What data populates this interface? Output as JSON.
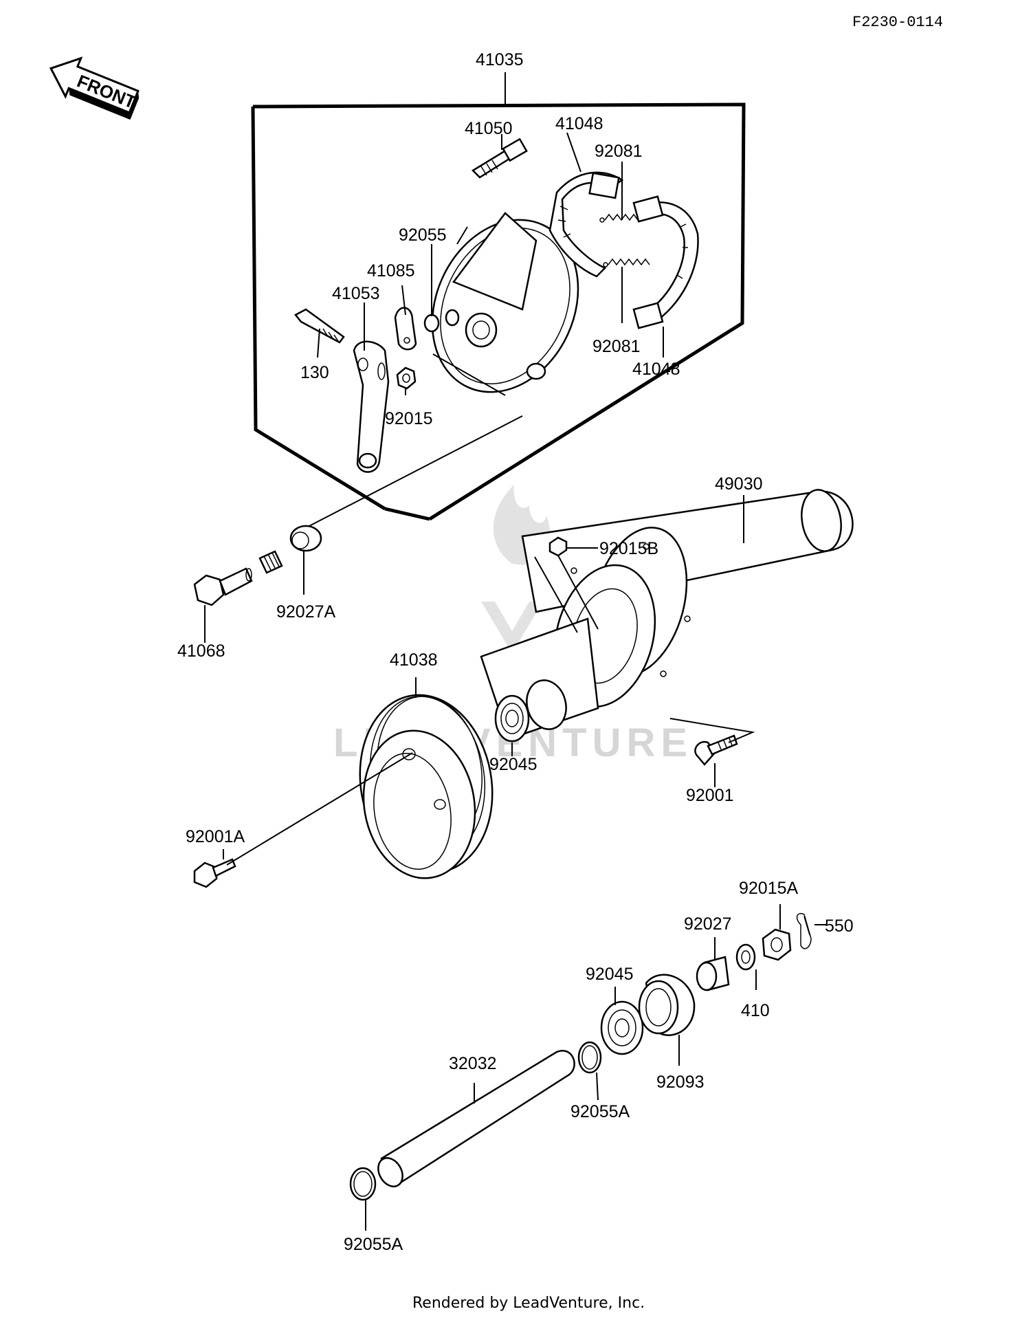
{
  "diagram": {
    "figure_code": "F2230-0114",
    "front_label": "FRONT",
    "watermark": "LEADVENTURE",
    "footer": "Rendered by LeadVenture, Inc.",
    "labels": {
      "p41035": "41035",
      "p41050": "41050",
      "p41048a": "41048",
      "p92081a": "92081",
      "p92055": "92055",
      "p41085": "41085",
      "p41053": "41053",
      "p130": "130",
      "p92015": "92015",
      "p92081b": "92081",
      "p41048b": "41048",
      "p49030": "49030",
      "p92015B": "92015B",
      "p92027A": "92027A",
      "p41068": "41068",
      "p41038": "41038",
      "p92045a": "92045",
      "p92001": "92001",
      "p92001A": "92001A",
      "p92015A": "92015A",
      "p550": "550",
      "p92027": "92027",
      "p92045b": "92045",
      "p410": "410",
      "p32032": "32032",
      "p92093": "92093",
      "p92055Aa": "92055A",
      "p92055Ab": "92055A"
    }
  }
}
